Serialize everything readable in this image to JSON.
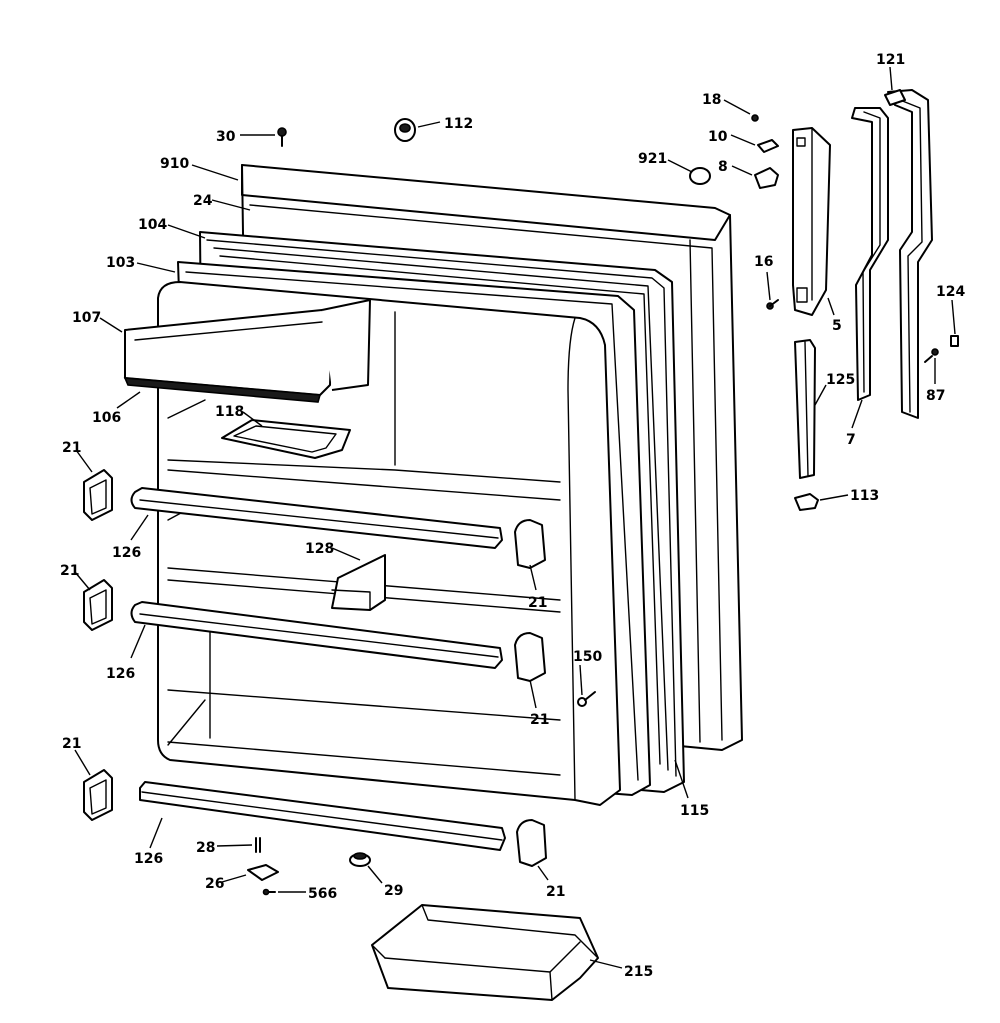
{
  "diagram": {
    "callouts": {
      "c30": "30",
      "c112": "112",
      "c910": "910",
      "c24": "24",
      "c104": "104",
      "c103": "103",
      "c107": "107",
      "c106": "106",
      "c118": "118",
      "c21a": "21",
      "c126a": "126",
      "c128": "128",
      "c21b": "21",
      "c21c": "21",
      "c126b": "126",
      "c21d": "21",
      "c150": "150",
      "c21e": "21",
      "c126c": "126",
      "c28": "28",
      "c26": "26",
      "c566": "566",
      "c29": "29",
      "c21f": "21",
      "c215": "215",
      "c115": "115",
      "c18": "18",
      "c10": "10",
      "c921": "921",
      "c8": "8",
      "c16": "16",
      "c5": "5",
      "c121": "121",
      "c124": "124",
      "c125": "125",
      "c87": "87",
      "c7": "7",
      "c113": "113"
    }
  }
}
